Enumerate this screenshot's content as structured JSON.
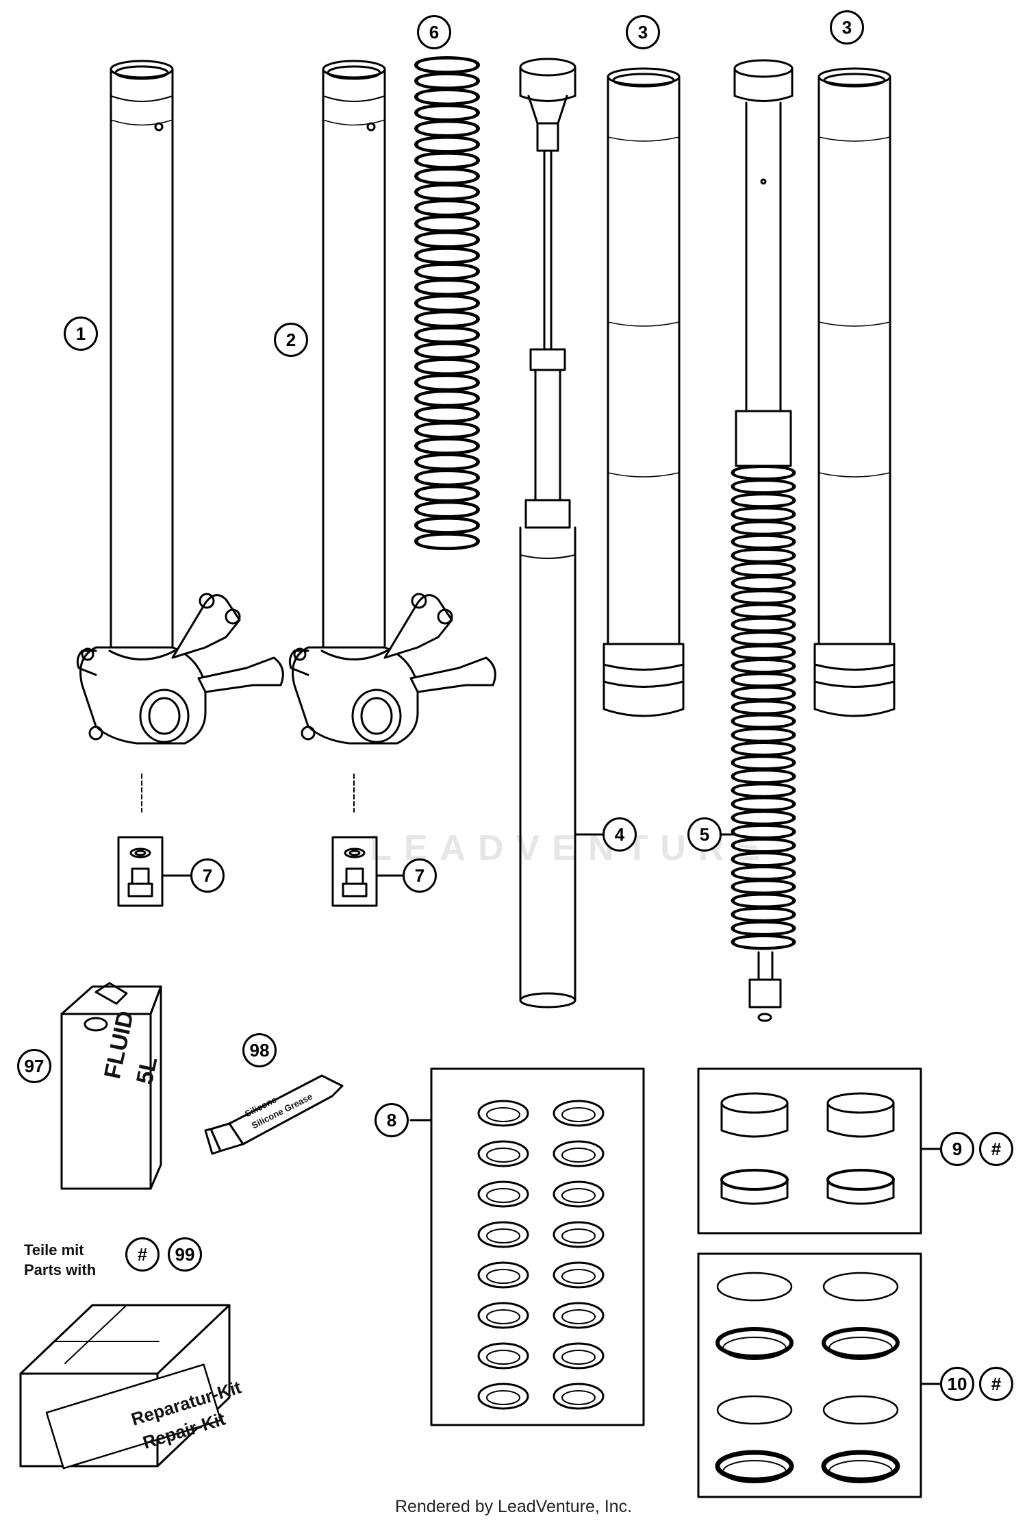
{
  "callouts": {
    "c1": "1",
    "c2": "2",
    "c3a": "3",
    "c3b": "3",
    "c4": "4",
    "c5": "5",
    "c6": "6",
    "c7a": "7",
    "c7b": "7",
    "c8": "8",
    "c9": "9",
    "c10": "10",
    "c97": "97",
    "c98": "98",
    "c99": "99",
    "hash9": "#",
    "hash10": "#",
    "hashLegend": "#"
  },
  "labels": {
    "fluid_line1": "FLUID",
    "fluid_line2": "5L",
    "tube_text_line1": "Silicone",
    "tube_text_line2": "Silicone Grease",
    "legend_line1": "Teile mit",
    "legend_line2": "Parts with",
    "box_line1": "Reparatur-Kit",
    "box_line2": "Repair-Kit"
  },
  "watermark": "LEADVENTURE",
  "footer": "Rendered by LeadVenture, Inc."
}
